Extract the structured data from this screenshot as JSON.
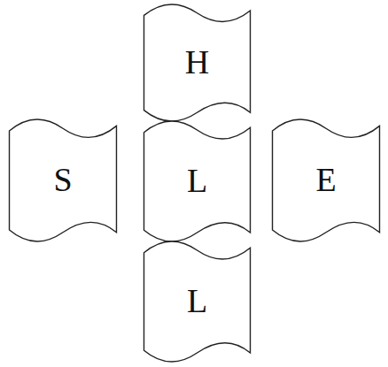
{
  "diagram": {
    "nodes": [
      {
        "text": [
          "H"
        ]
      },
      {
        "text": [
          "S"
        ]
      },
      {
        "text": [
          "L"
        ]
      },
      {
        "text": [
          "E"
        ]
      },
      {
        "text": [
          "L"
        ]
      }
    ]
  }
}
